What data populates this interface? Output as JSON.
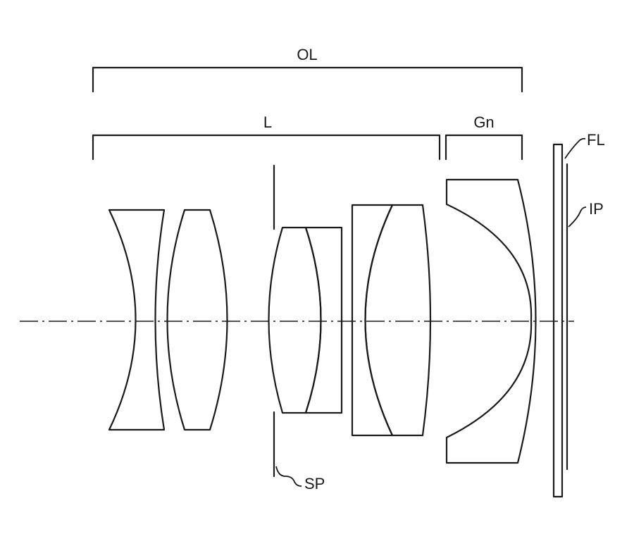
{
  "labels": {
    "overall_lens": "OL",
    "lens_group": "L",
    "negative_group": "Gn",
    "filter": "FL",
    "image_plane": "IP",
    "stop": "SP"
  }
}
